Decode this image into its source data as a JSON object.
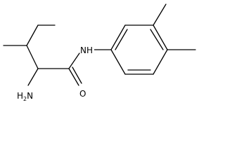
{
  "molecule": {
    "atom_labels": {
      "amine": {
        "main": "H",
        "sub": "2",
        "suffix": "N"
      },
      "amide_nh": "NH",
      "carbonyl_o": "O"
    },
    "bond_color": "#000000",
    "label_color": "#000000",
    "background": "#ffffff"
  }
}
